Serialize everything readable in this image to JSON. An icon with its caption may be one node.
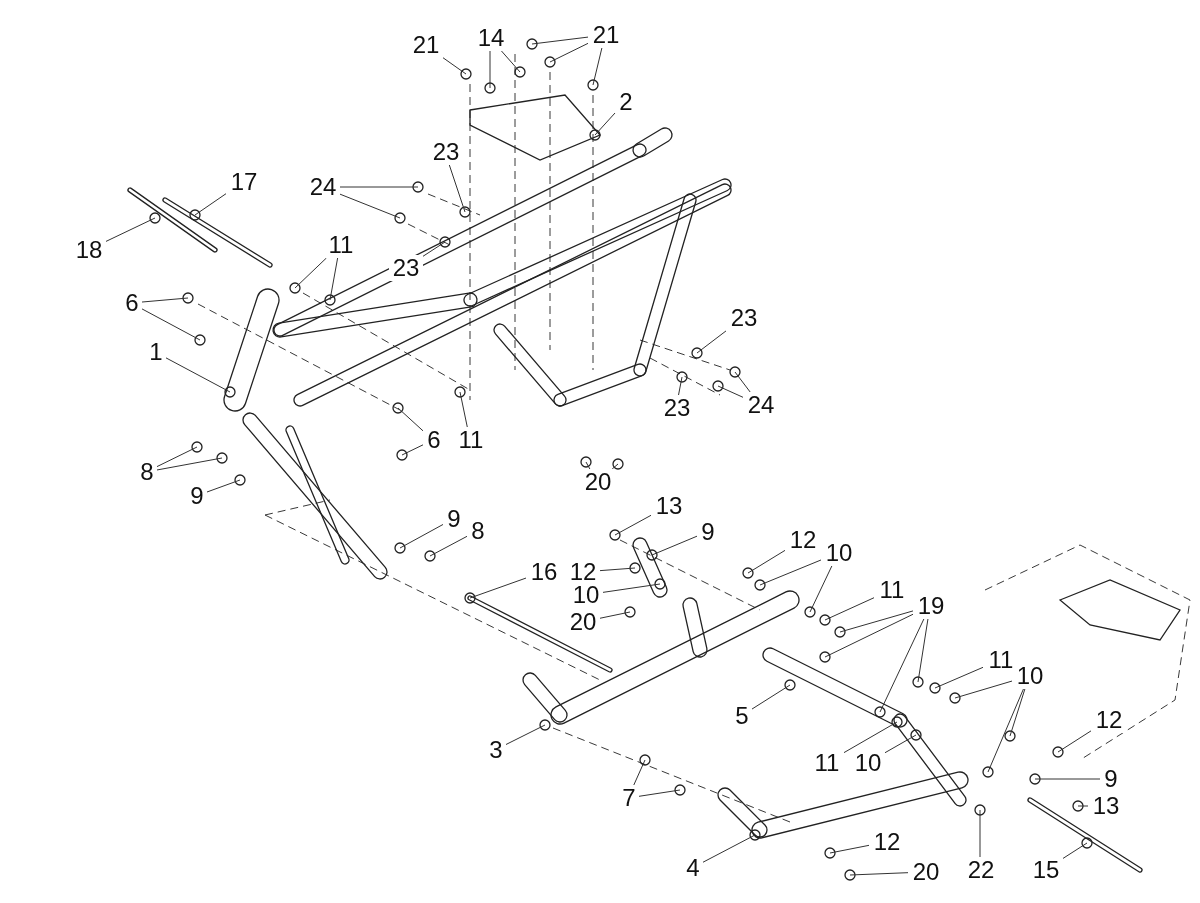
{
  "diagram": {
    "nodes": [
      {
        "text": [
          "21"
        ]
      },
      {
        "text": [
          "14"
        ]
      },
      {
        "text": [
          "21"
        ]
      },
      {
        "text": [
          "2"
        ]
      },
      {
        "text": [
          "23"
        ]
      },
      {
        "text": [
          "17"
        ]
      },
      {
        "text": [
          "24"
        ]
      },
      {
        "text": [
          "18"
        ]
      },
      {
        "text": [
          "11"
        ]
      },
      {
        "text": [
          "23"
        ]
      },
      {
        "text": [
          "6"
        ]
      },
      {
        "text": [
          "1"
        ]
      },
      {
        "text": [
          "6"
        ]
      },
      {
        "text": [
          "11"
        ]
      },
      {
        "text": [
          "23"
        ]
      },
      {
        "text": [
          "24"
        ]
      },
      {
        "text": [
          "23"
        ]
      },
      {
        "text": [
          "8"
        ]
      },
      {
        "text": [
          "9"
        ]
      },
      {
        "text": [
          "20"
        ]
      },
      {
        "text": [
          "13"
        ]
      },
      {
        "text": [
          "9"
        ]
      },
      {
        "text": [
          "8"
        ]
      },
      {
        "text": [
          "9"
        ]
      },
      {
        "text": [
          "12"
        ]
      },
      {
        "text": [
          "10"
        ]
      },
      {
        "text": [
          "16"
        ]
      },
      {
        "text": [
          "12"
        ]
      },
      {
        "text": [
          "10"
        ]
      },
      {
        "text": [
          "11"
        ]
      },
      {
        "text": [
          "19"
        ]
      },
      {
        "text": [
          "20"
        ]
      },
      {
        "text": [
          "11"
        ]
      },
      {
        "text": [
          "10"
        ]
      },
      {
        "text": [
          "5"
        ]
      },
      {
        "text": [
          "12"
        ]
      },
      {
        "text": [
          "3"
        ]
      },
      {
        "text": [
          "11"
        ]
      },
      {
        "text": [
          "10"
        ]
      },
      {
        "text": [
          "9"
        ]
      },
      {
        "text": [
          "13"
        ]
      },
      {
        "text": [
          "7"
        ]
      },
      {
        "text": [
          "4"
        ]
      },
      {
        "text": [
          "12"
        ]
      },
      {
        "text": [
          "22"
        ]
      },
      {
        "text": [
          "20"
        ]
      },
      {
        "text": [
          "15"
        ]
      }
    ],
    "edges": [
      {
        "from": 0,
        "to": null,
        "arrow": "none"
      },
      {
        "from": 1,
        "to": null,
        "arrow": "none"
      },
      {
        "from": 1,
        "to": null,
        "arrow": "none"
      },
      {
        "from": 2,
        "to": null,
        "arrow": "none"
      },
      {
        "from": 2,
        "to": null,
        "arrow": "none"
      },
      {
        "from": 2,
        "to": null,
        "arrow": "none"
      },
      {
        "from": 3,
        "to": null,
        "arrow": "none"
      },
      {
        "from": 4,
        "to": null,
        "arrow": "none"
      },
      {
        "from": 5,
        "to": null,
        "arrow": "none"
      },
      {
        "from": 6,
        "to": null,
        "arrow": "none"
      },
      {
        "from": 6,
        "to": null,
        "arrow": "none"
      },
      {
        "from": 7,
        "to": null,
        "arrow": "none"
      },
      {
        "from": 8,
        "to": null,
        "arrow": "none"
      },
      {
        "from": 8,
        "to": null,
        "arrow": "none"
      },
      {
        "from": 9,
        "to": null,
        "arrow": "none"
      },
      {
        "from": 10,
        "to": null,
        "arrow": "none"
      },
      {
        "from": 10,
        "to": null,
        "arrow": "none"
      },
      {
        "from": 11,
        "to": null,
        "arrow": "none"
      },
      {
        "from": 12,
        "to": null,
        "arrow": "none"
      },
      {
        "from": 12,
        "to": null,
        "arrow": "none"
      },
      {
        "from": 13,
        "to": null,
        "arrow": "none"
      },
      {
        "from": 14,
        "to": null,
        "arrow": "none"
      },
      {
        "from": 15,
        "to": null,
        "arrow": "none"
      },
      {
        "from": 15,
        "to": null,
        "arrow": "none"
      },
      {
        "from": 16,
        "to": null,
        "arrow": "none"
      },
      {
        "from": 17,
        "to": null,
        "arrow": "none"
      },
      {
        "from": 17,
        "to": null,
        "arrow": "none"
      },
      {
        "from": 18,
        "to": null,
        "arrow": "none"
      },
      {
        "from": 19,
        "to": null,
        "arrow": "none"
      },
      {
        "from": 19,
        "to": null,
        "arrow": "none"
      },
      {
        "from": 20,
        "to": null,
        "arrow": "none"
      },
      {
        "from": 21,
        "to": null,
        "arrow": "none"
      },
      {
        "from": 22,
        "to": null,
        "arrow": "none"
      },
      {
        "from": 23,
        "to": null,
        "arrow": "none"
      },
      {
        "from": 24,
        "to": null,
        "arrow": "none"
      },
      {
        "from": 25,
        "to": null,
        "arrow": "none"
      },
      {
        "from": 25,
        "to": null,
        "arrow": "none"
      },
      {
        "from": 26,
        "to": null,
        "arrow": "none"
      },
      {
        "from": 27,
        "to": null,
        "arrow": "none"
      },
      {
        "from": 28,
        "to": null,
        "arrow": "none"
      },
      {
        "from": 29,
        "to": null,
        "arrow": "none"
      },
      {
        "from": 30,
        "to": null,
        "arrow": "none"
      },
      {
        "from": 30,
        "to": null,
        "arrow": "none"
      },
      {
        "from": 30,
        "to": null,
        "arrow": "none"
      },
      {
        "from": 30,
        "to": null,
        "arrow": "none"
      },
      {
        "from": 31,
        "to": null,
        "arrow": "none"
      },
      {
        "from": 32,
        "to": null,
        "arrow": "none"
      },
      {
        "from": 33,
        "to": null,
        "arrow": "none"
      },
      {
        "from": 33,
        "to": null,
        "arrow": "none"
      },
      {
        "from": 33,
        "to": null,
        "arrow": "none"
      },
      {
        "from": 34,
        "to": null,
        "arrow": "none"
      },
      {
        "from": 35,
        "to": null,
        "arrow": "none"
      },
      {
        "from": 36,
        "to": null,
        "arrow": "none"
      },
      {
        "from": 37,
        "to": null,
        "arrow": "none"
      },
      {
        "from": 38,
        "to": null,
        "arrow": "none"
      },
      {
        "from": 39,
        "to": null,
        "arrow": "none"
      },
      {
        "from": 40,
        "to": null,
        "arrow": "none"
      },
      {
        "from": 41,
        "to": null,
        "arrow": "none"
      },
      {
        "from": 41,
        "to": null,
        "arrow": "none"
      },
      {
        "from": 42,
        "to": null,
        "arrow": "none"
      },
      {
        "from": 43,
        "to": null,
        "arrow": "none"
      },
      {
        "from": 44,
        "to": null,
        "arrow": "none"
      },
      {
        "from": 45,
        "to": null,
        "arrow": "none"
      },
      {
        "from": 46,
        "to": null,
        "arrow": "none"
      }
    ]
  }
}
